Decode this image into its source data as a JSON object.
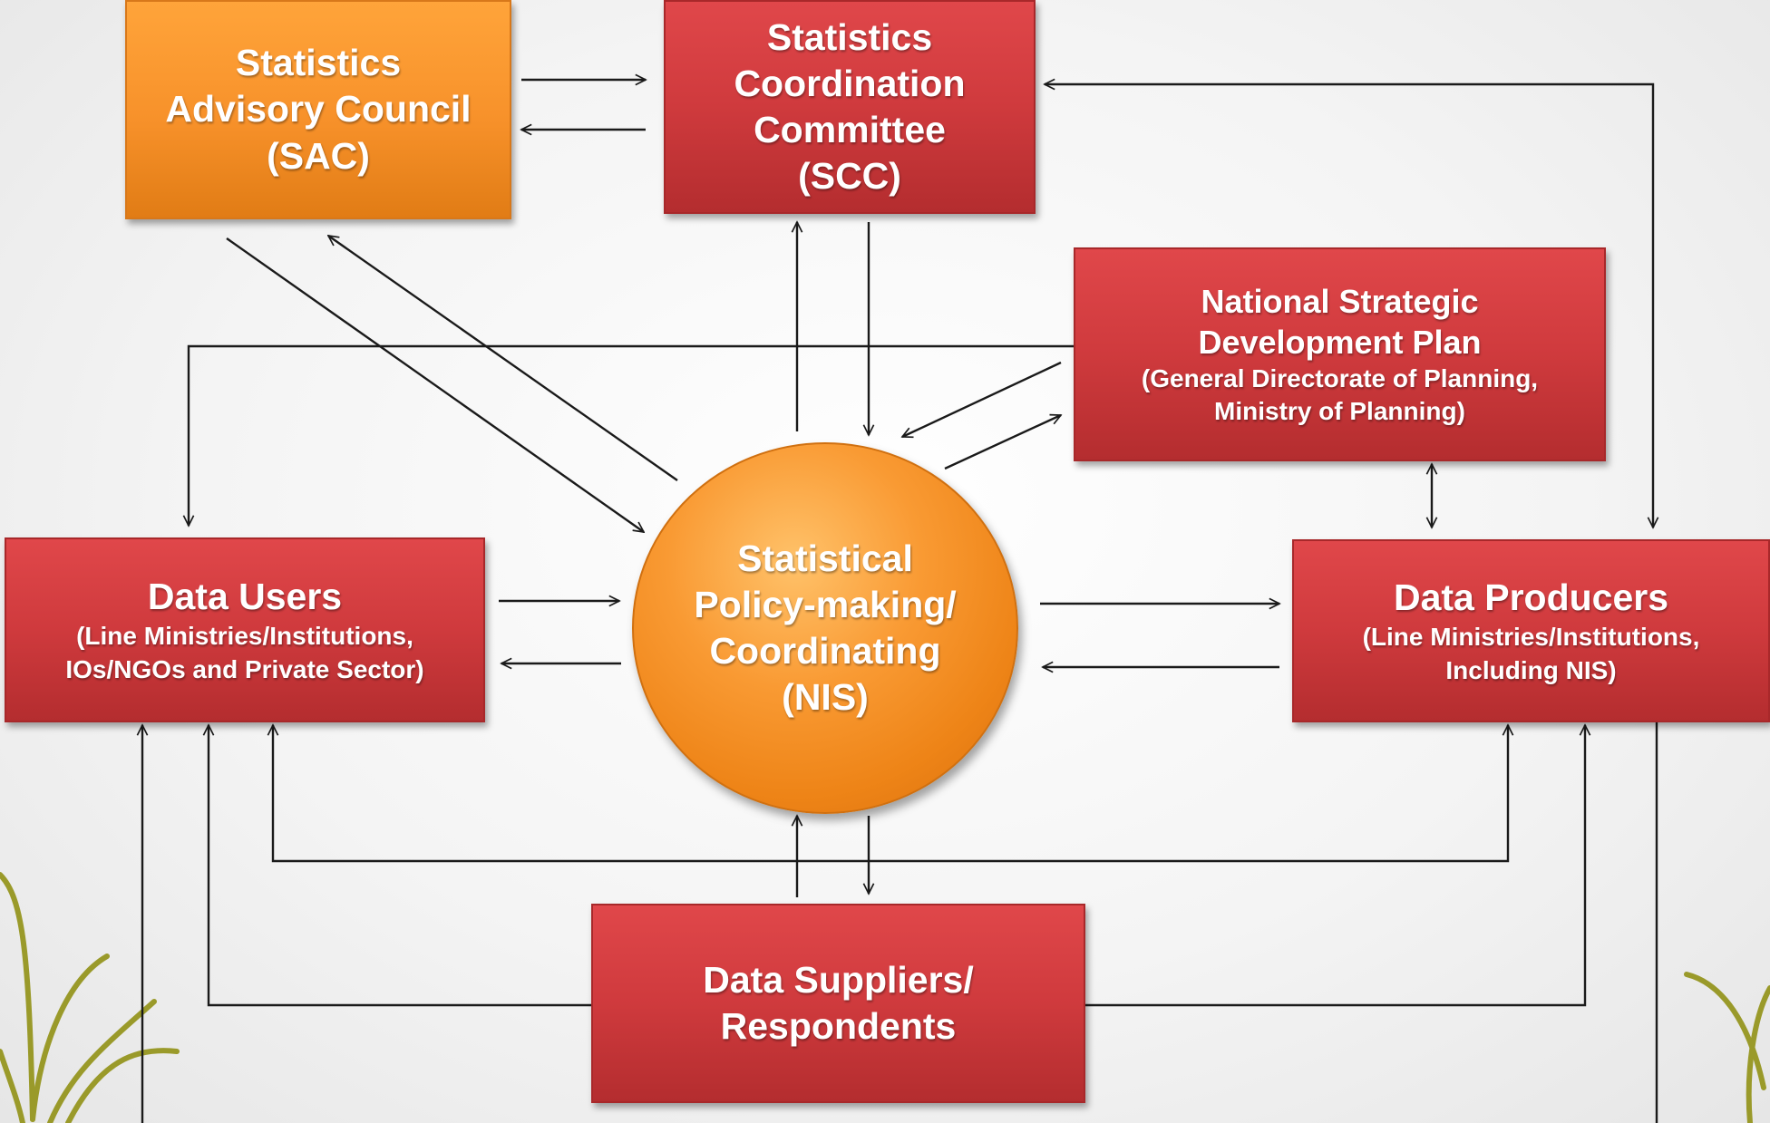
{
  "nodes": {
    "sac": {
      "lines": [
        "Statistics",
        "Advisory Council",
        "(SAC)"
      ]
    },
    "scc": {
      "lines": [
        "Statistics",
        "Coordination",
        "Committee",
        "(SCC)"
      ]
    },
    "nsdp": {
      "lines": [
        "National Strategic",
        "Development  Plan"
      ],
      "sub_lines": [
        "(General Directorate of Planning,",
        "Ministry of Planning)"
      ]
    },
    "users": {
      "lines": [
        "Data Users"
      ],
      "sub_lines": [
        "(Line Ministries/Institutions,",
        "IOs/NGOs and Private Sector)"
      ]
    },
    "nis": {
      "lines": [
        "Statistical",
        "Policy-making/",
        "Coordinating",
        "(NIS)"
      ]
    },
    "producers": {
      "lines": [
        "Data Producers"
      ],
      "sub_lines": [
        "(Line Ministries/Institutions,",
        "Including  NIS)"
      ]
    },
    "suppliers": {
      "lines": [
        "Data Suppliers/",
        "Respondents"
      ]
    }
  },
  "colors": {
    "red_box": "#cf3a3d",
    "orange_box": "#f7912a",
    "connector": "#1a1a1a",
    "grass": "#9a9a2a"
  }
}
